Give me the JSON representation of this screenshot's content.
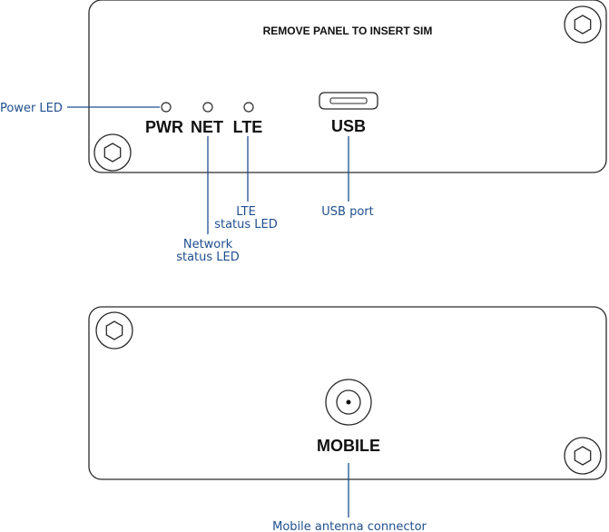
{
  "top_panel": {
    "header": "REMOVE PANEL TO INSERT SIM",
    "led_labels": {
      "pwr": "PWR",
      "net": "NET",
      "lte": "LTE"
    },
    "usb_label": "USB"
  },
  "bottom_panel": {
    "connector_label": "MOBILE"
  },
  "callouts": {
    "power_led": "Power LED",
    "lte_status_line1": "LTE",
    "lte_status_line2": "status LED",
    "network_status_line1": "Network",
    "network_status_line2": "status LED",
    "usb_port": "USB port",
    "mobile_antenna": "Mobile antenna connector"
  },
  "colors": {
    "callout": "#1f4f8f",
    "outline": "#2a2a2a"
  }
}
